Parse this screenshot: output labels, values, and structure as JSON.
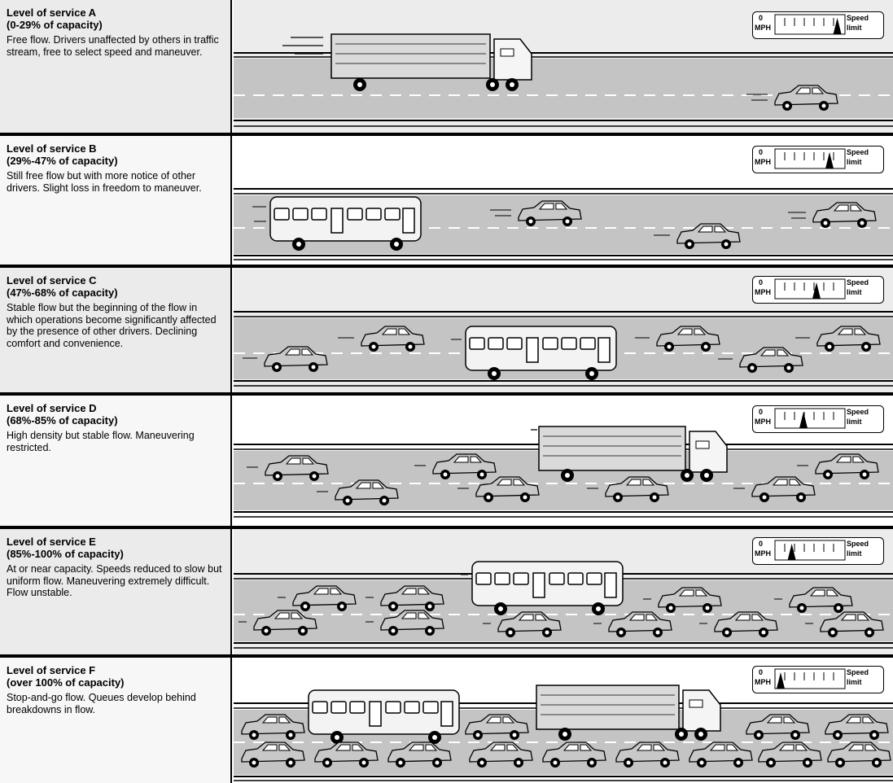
{
  "levels": [
    {
      "title": "Level of service A",
      "capacity": "(0-29% of capacity)",
      "text": "Free flow. Drivers unaffected by others in traffic stream, free to select speed and maneuver.",
      "speed": 0.92
    },
    {
      "title": "Level of service B",
      "capacity": "(29%-47% of capacity)",
      "text": "Still free flow but with more notice of other drivers. Slight loss in freedom to maneuver.",
      "speed": 0.8
    },
    {
      "title": "Level of service C",
      "capacity": "(47%-68% of capacity)",
      "text": "Stable flow but the beginning of the flow in which operations become significantly affected by the presence of other drivers. Declining comfort and convenience.",
      "speed": 0.6
    },
    {
      "title": "Level of service D",
      "capacity": "(68%-85% of capacity)",
      "text": "High density but stable flow. Maneuvering restricted.",
      "speed": 0.4
    },
    {
      "title": "Level of service E",
      "capacity": "(85%-100% of capacity)",
      "text": "At or near capacity. Speeds reduced to slow but uniform flow. Maneuvering extremely difficult. Flow unstable.",
      "speed": 0.22
    },
    {
      "title": "Level of service F",
      "capacity": "(over 100% of capacity)",
      "text": "Stop-and-go flow. Queues develop behind breakdowns in flow.",
      "speed": 0.05
    }
  ],
  "gauge": {
    "zero": "0",
    "mph": "MPH",
    "speed": "Speed",
    "limit": "limit"
  },
  "colors": {
    "road": "#c4c4c4",
    "background": "#ececec",
    "outline": "#000000"
  }
}
